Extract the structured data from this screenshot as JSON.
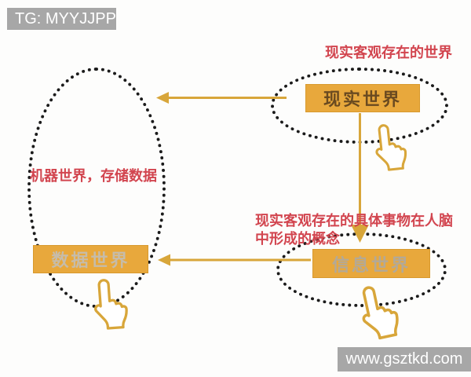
{
  "watermarks": {
    "telegram": "TG: MYYJJPP",
    "website": "www.gsztkd.com"
  },
  "diagram": {
    "nodes": {
      "real_world": {
        "label": "现实世界"
      },
      "data_world": {
        "label": "数据世界"
      },
      "info_world": {
        "label": "信息世界"
      }
    },
    "annotations": {
      "real_world": "现实客观存在的世界",
      "machine_world": "机器世界，存储数据",
      "info_world_line1": "现实客观存在的具体事物在人脑",
      "info_world_line2": "中形成的概念"
    },
    "arrows": [
      {
        "from": "real_world",
        "to": "machine_world_ellipse",
        "direction": "left"
      },
      {
        "from": "real_world",
        "to": "info_world",
        "direction": "down"
      },
      {
        "from": "info_world",
        "to": "data_world",
        "direction": "left"
      }
    ],
    "icons": {
      "hand_pointer": "hand-pointer-icon"
    },
    "colors": {
      "node_fill": "#e8a83c",
      "node_text_dark": "#6a4a20",
      "node_text_light": "#c6bcaa",
      "annotation_red": "#d2454f",
      "arrow_yellow": "#d8a63a",
      "ellipse_dots": "#1b1b1b",
      "watermark_bg": "#a7a7a7",
      "watermark_text": "#ffffff"
    }
  }
}
